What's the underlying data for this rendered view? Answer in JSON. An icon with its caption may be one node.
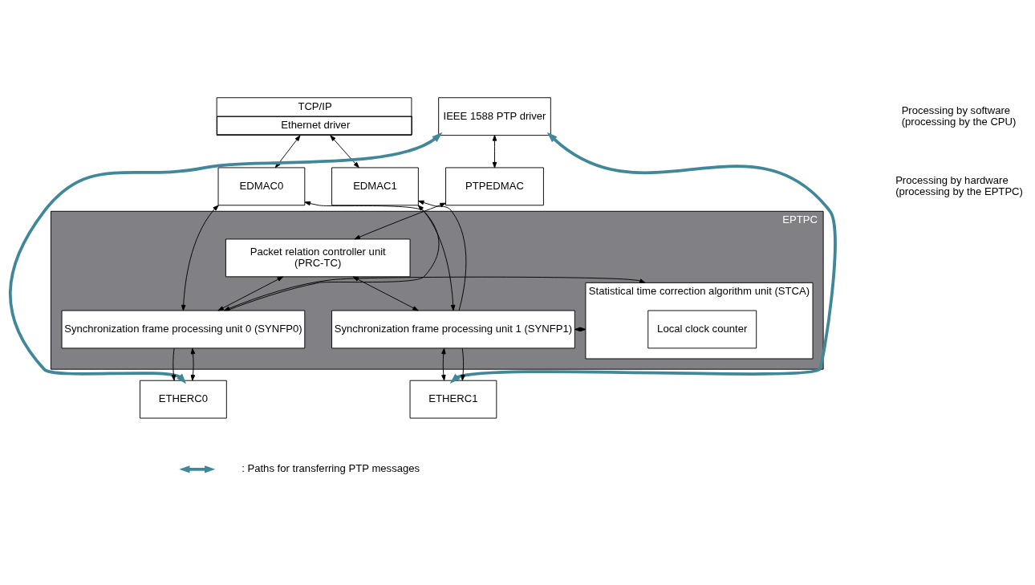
{
  "diagram": {
    "nodes": [
      {
        "text": [
          "TCP/IP",
          "Ethernet driver"
        ]
      },
      {
        "text": [
          "IEEE 1588 PTP driver"
        ]
      },
      {
        "text": [
          "EDMAC0"
        ]
      },
      {
        "text": [
          "EDMAC1"
        ]
      },
      {
        "text": [
          "PTPEDMAC"
        ]
      },
      {
        "text": [
          "EPTPC"
        ]
      },
      {
        "text": [
          "Packet relation controller unit",
          "(PRC-TC)"
        ],
        "in": 5
      },
      {
        "text": [
          "Synchronization frame processing unit 0 (SYNFP0)"
        ],
        "in": 5
      },
      {
        "text": [
          "Synchronization frame processing unit 1 (SYNFP1)"
        ],
        "in": 5
      },
      {
        "text": [
          "Statistical time correction algorithm unit (STCA)"
        ],
        "in": 5
      },
      {
        "text": [
          "Local clock counter"
        ],
        "in": 9
      },
      {
        "text": [
          "ETHERC0"
        ]
      },
      {
        "text": [
          "ETHERC1"
        ]
      }
    ],
    "edges": [
      {
        "from": 0,
        "to": 2,
        "arrow": "both"
      },
      {
        "from": 0,
        "to": 3,
        "arrow": "both"
      },
      {
        "from": 1,
        "to": 4,
        "arrow": "both"
      },
      {
        "from": 6,
        "to": 4,
        "arrow": "both"
      },
      {
        "from": 7,
        "to": 2,
        "arrow": "to"
      },
      {
        "from": 2,
        "to": 7,
        "arrow": "both"
      },
      {
        "from": 3,
        "to": 8,
        "arrow": "both"
      },
      {
        "from": 8,
        "to": 3,
        "arrow": "to"
      },
      {
        "from": 6,
        "to": 7,
        "arrow": "both"
      },
      {
        "from": 6,
        "to": 8,
        "arrow": "both"
      },
      {
        "from": 7,
        "to": 9,
        "arrow": "both"
      },
      {
        "from": 8,
        "to": 9,
        "arrow": "both"
      },
      {
        "from": 7,
        "to": 11,
        "arrow": "to"
      },
      {
        "from": 7,
        "to": 11,
        "arrow": "both"
      },
      {
        "from": 8,
        "to": 12,
        "arrow": "both"
      },
      {
        "from": 8,
        "to": 12,
        "arrow": "to"
      },
      {
        "from": 1,
        "to": 11,
        "arrow": "both",
        "style": "thick",
        "color": "#3f8799"
      },
      {
        "from": 1,
        "to": 12,
        "arrow": "both",
        "style": "thick",
        "color": "#3f8799"
      }
    ],
    "labels": [
      "Processing by software (processing by the CPU)",
      "Processing by hardware (processing by the EPTPC)"
    ],
    "legend": [
      {
        "text": ": Paths for transferring PTP messages"
      }
    ]
  }
}
